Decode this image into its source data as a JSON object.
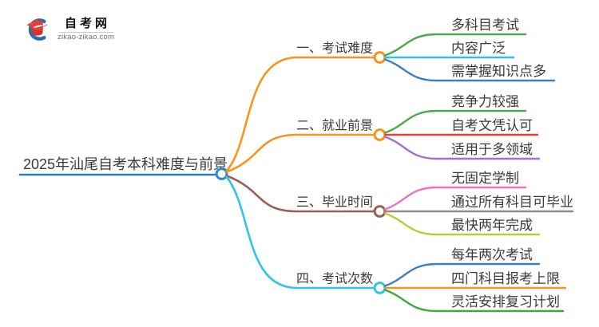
{
  "logo": {
    "site_name": "自考网",
    "site_url": "zikao-zikao.com",
    "icon": "graduation-cap-icon",
    "swoosh_color": "#2a6fad",
    "cap_color": "#e2403c"
  },
  "mindmap": {
    "root": {
      "label": "2025年汕尾自考本科难度与前景",
      "color": "#2e7bc0",
      "circle_color": "#2b8ad0"
    },
    "branches": [
      {
        "label": "一、考试难度",
        "color": "#f7941d",
        "children": [
          {
            "label": "多科目考试",
            "color": "#4aa84a"
          },
          {
            "label": "内容广泛",
            "color": "#2cc4ee"
          },
          {
            "label": "需掌握知识点多",
            "color": "#3d7ec9"
          }
        ]
      },
      {
        "label": "二、就业前景",
        "color": "#f7941d",
        "children": [
          {
            "label": "竞争力较强",
            "color": "#4aa84a"
          },
          {
            "label": "自考文凭认可",
            "color": "#e5403c"
          },
          {
            "label": "适用于多领域",
            "color": "#a06ed6"
          }
        ]
      },
      {
        "label": "三、毕业时间",
        "color": "#9a5f55",
        "children": [
          {
            "label": "无固定学制",
            "color": "#ef6ec4"
          },
          {
            "label": "通过所有科目可毕业",
            "color": "#8c8c8c"
          },
          {
            "label": "最快两年完成",
            "color": "#bfc937"
          }
        ]
      },
      {
        "label": "四、考试次数",
        "color": "#2fc4e8",
        "children": [
          {
            "label": "每年两次考试",
            "color": "#3d7ec9"
          },
          {
            "label": "四门科目报考上限",
            "color": "#f7941d"
          },
          {
            "label": "灵活安排复习计划",
            "color": "#3fa83f"
          }
        ]
      }
    ]
  }
}
